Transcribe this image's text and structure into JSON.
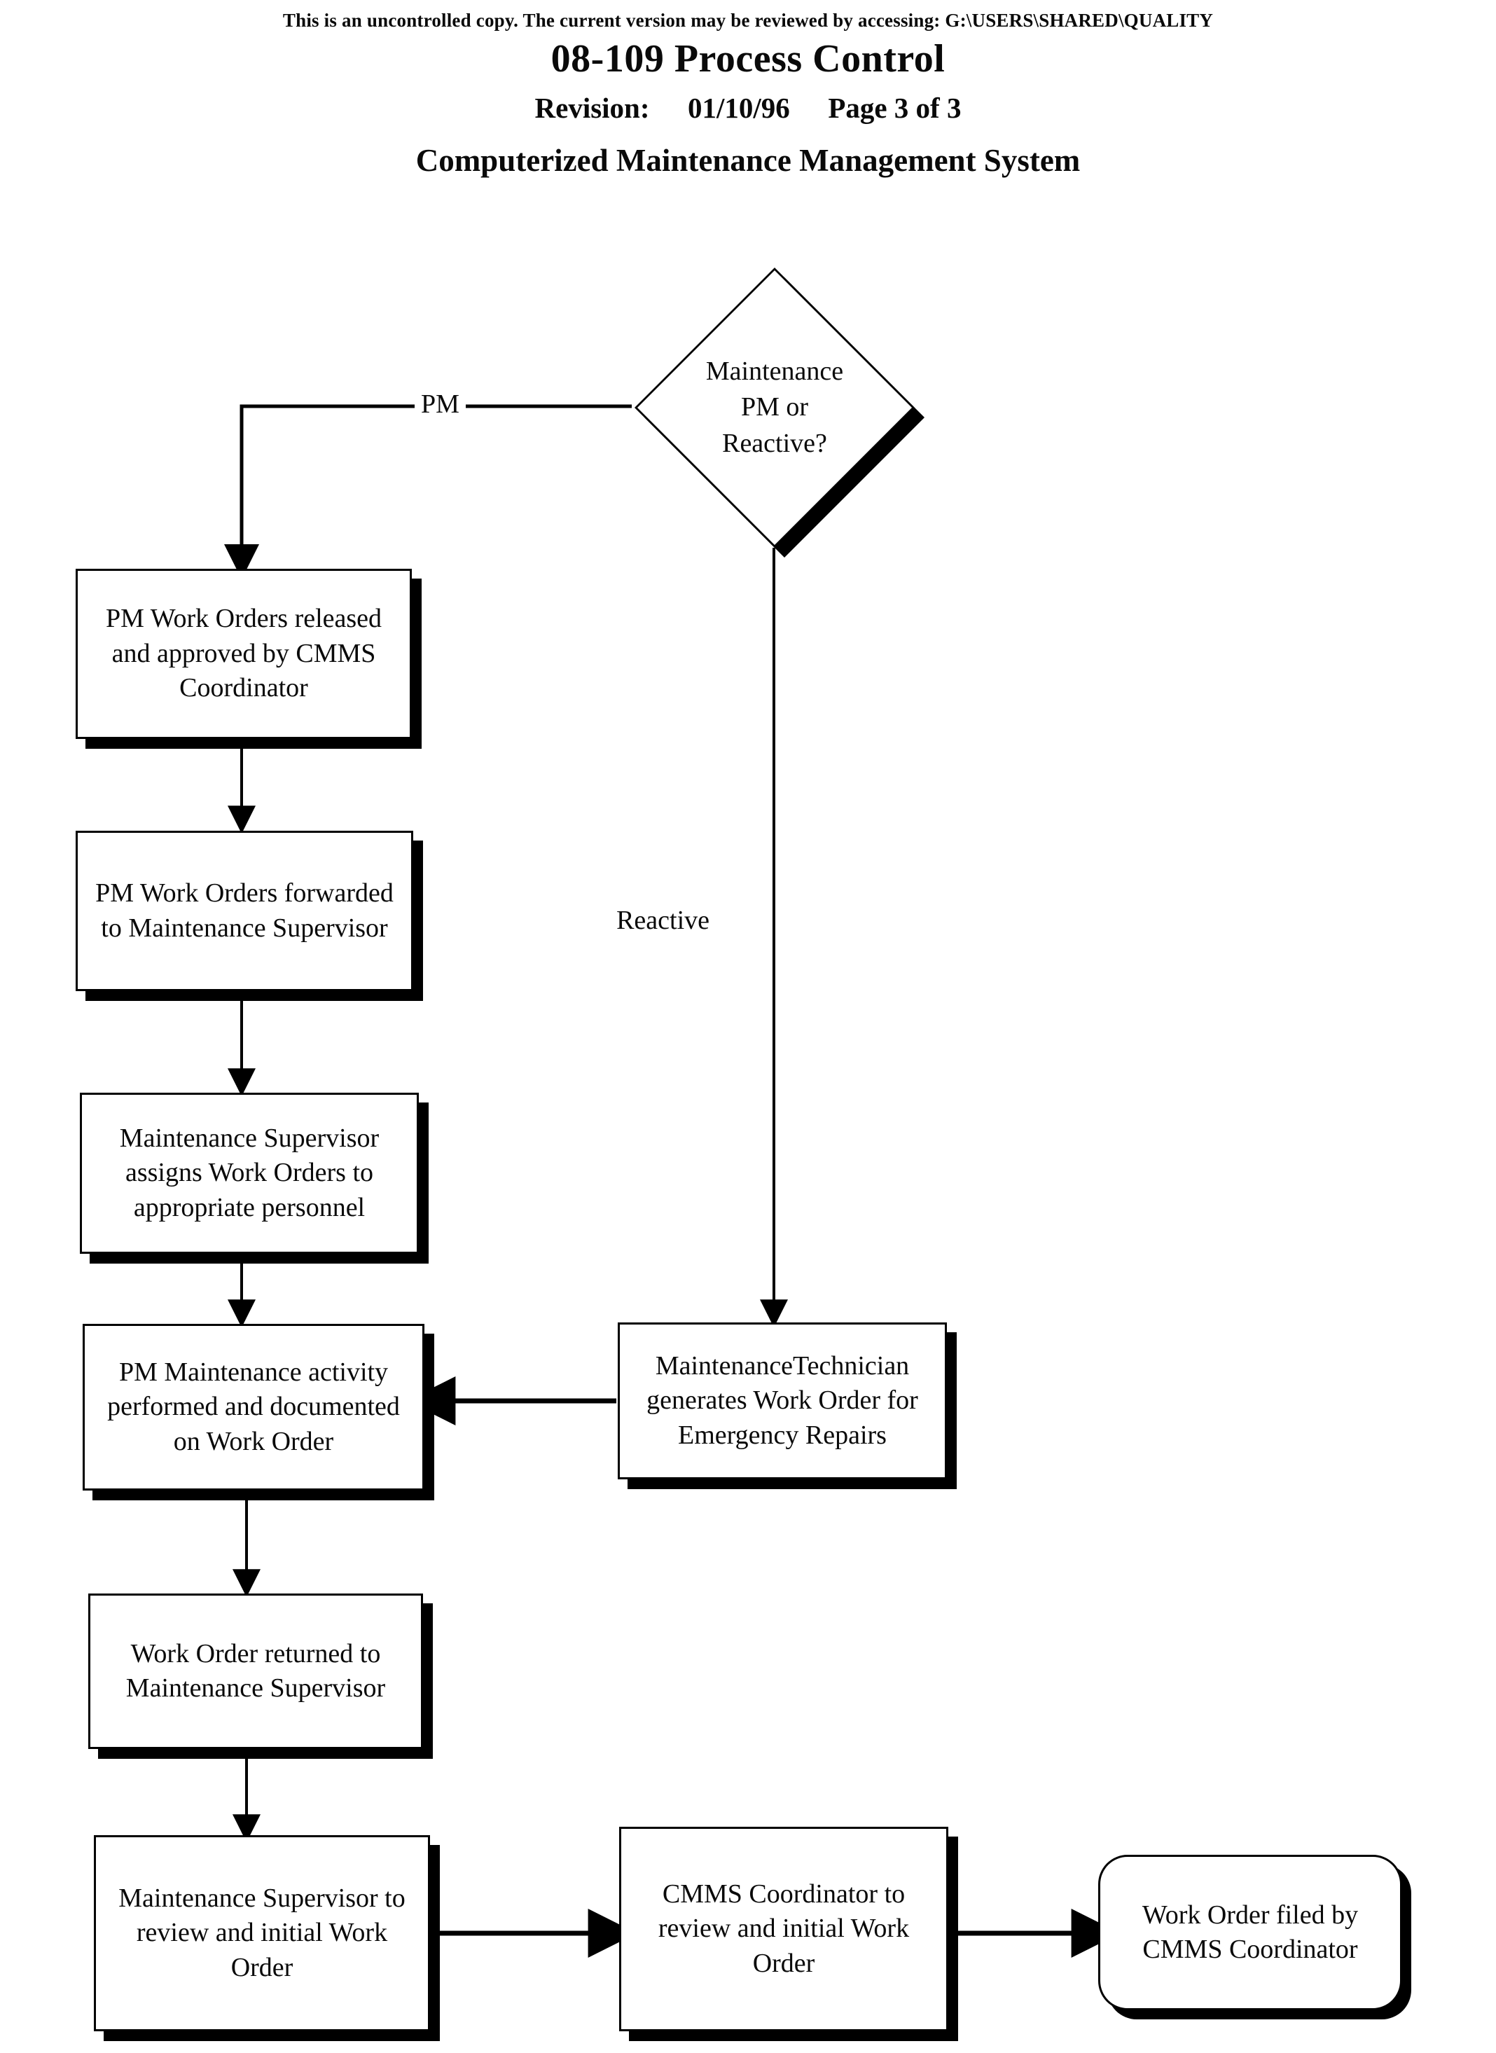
{
  "header": {
    "notice": "This is an uncontrolled copy.  The current version may be reviewed by accessing:  G:\\USERS\\SHARED\\QUALITY",
    "doc_number_title": "08-109  Process Control",
    "revision_label": "Revision:",
    "revision_date": "01/10/96",
    "page_label": "Page 3 of 3",
    "subtitle": "Computerized Maintenance Management System"
  },
  "flow": {
    "decision": {
      "id": "maintenance-type-decision",
      "line1": "Maintenance",
      "line2": "PM or",
      "line3": "Reactive?",
      "text": "Maintenance PM or Reactive?"
    },
    "edge_labels": {
      "pm": "PM",
      "reactive": "Reactive"
    },
    "nodes": [
      {
        "id": "pm-work-orders-released",
        "shape": "process",
        "text": "PM Work Orders released and approved by CMMS Coordinator"
      },
      {
        "id": "pm-work-orders-forwarded",
        "shape": "process",
        "text": "PM Work Orders forwarded to Maintenance Supervisor"
      },
      {
        "id": "supervisor-assigns-work-orders",
        "shape": "process",
        "text": "Maintenance Supervisor assigns Work Orders to appropriate personnel"
      },
      {
        "id": "pm-activity-performed",
        "shape": "process",
        "text": "PM Maintenance activity performed and documented on Work Order"
      },
      {
        "id": "technician-generates-work-order",
        "shape": "process",
        "text": "MaintenanceTechnician generates Work Order for Emergency Repairs"
      },
      {
        "id": "work-order-returned",
        "shape": "process",
        "text": "Work Order returned to Maintenance Supervisor"
      },
      {
        "id": "supervisor-review-initial",
        "shape": "process",
        "text": "Maintenance Supervisor to review and initial Work Order"
      },
      {
        "id": "cmms-coordinator-review-initial",
        "shape": "process",
        "text": "CMMS Coordinator to review and initial Work Order"
      },
      {
        "id": "work-order-filed",
        "shape": "terminator",
        "text": "Work Order filed by CMMS Coordinator"
      }
    ]
  },
  "colors": {
    "ink": "#0a0a0a",
    "paper": "#ffffff",
    "shadow": "#000000"
  }
}
